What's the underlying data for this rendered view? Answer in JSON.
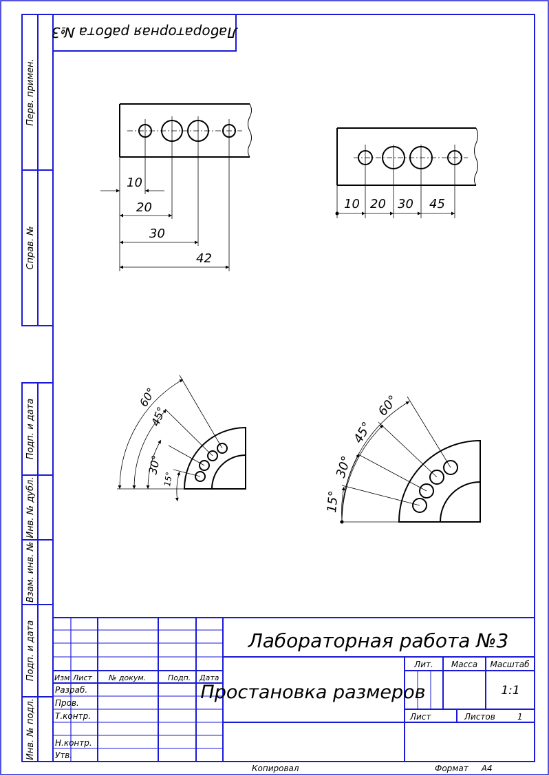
{
  "sheet": {
    "border_color": "#1a1ad6",
    "line_color": "#000000",
    "mirrored_top_label": "Лабораторная работа №3",
    "bottom_copied": "Копировал",
    "bottom_format": "Формат     А4"
  },
  "side_stamps": {
    "perv_primen": "Перв. примен.",
    "sprav_no": "Справ. №",
    "podp_data_1": "Подп. и дата",
    "inv_dubl": "Инв. № дубл.",
    "vzam_inv": "Взам. инв. №",
    "podp_data_2": "Подп. и дата",
    "inv_podl": "Инв. № подл."
  },
  "title_block": {
    "doc_title": "Лабораторная работа №3",
    "drawing_name": "Простановка размеров",
    "col_izm": "Изм",
    "col_list": "Лист",
    "col_doc_no": "№ докум.",
    "col_podp": "Подп.",
    "col_data": "Дата",
    "row_razrab": "Разраб.",
    "row_prov": "Пров.",
    "row_tkontr": "Т.контр.",
    "row_nkontr": "Н.контр.",
    "row_utv": "Утв.",
    "lit_label": "Лит.",
    "massa_label": "Масса",
    "masshtab_label": "Масштаб",
    "scale_value": "1:1",
    "sheet_label": "Лист",
    "sheets_label": "Листов",
    "sheets_value": "1"
  },
  "fig_chain": {
    "dims": [
      "10",
      "20",
      "30",
      "42"
    ]
  },
  "fig_baseline": {
    "dims": [
      "10",
      "20",
      "30",
      "45"
    ]
  },
  "fig_angles_left": {
    "dims": [
      "60°",
      "45°",
      "30°",
      "15°"
    ]
  },
  "fig_angles_right": {
    "dims": [
      "15°",
      "30°",
      "45°",
      "60°"
    ]
  }
}
